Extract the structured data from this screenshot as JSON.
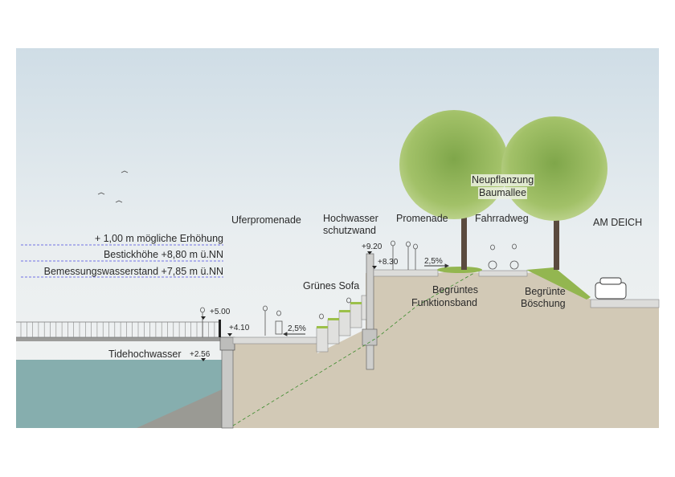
{
  "labels": {
    "uferpromenade": "Uferpromenade",
    "hochwasser_1": "Hochwasser",
    "hochwasser_2": "schutzwand",
    "promenade": "Promenade",
    "neupflanzung_1": "Neupflanzung",
    "neupflanzung_2": "Baumallee",
    "fahrradweg": "Fahrradweg",
    "am_deich": "AM DEICH",
    "gruenes_sofa": "Grünes Sofa",
    "funktionsband_1": "Begrüntes",
    "funktionsband_2": "Funktionsband",
    "boeschung_1": "Begrünte",
    "boeschung_2": "Böschung",
    "tidehochwasser": "Tidehochwasser"
  },
  "water_levels": [
    "+ 1,00 m mögliche Erhöhung",
    "Bestickhöhe +8,80 m ü.NN",
    "Bemessungswasserstand +7,85 m ü.NN"
  ],
  "elevations": {
    "wall_top": "+9.20",
    "upper_promenade": "+8.30",
    "pier_rail": "+5.00",
    "lower_promenade": "+4.10",
    "tide": "+2.56"
  },
  "slopes": {
    "upper": "2,5%",
    "lower": "2,5%"
  },
  "colors": {
    "water": "#86aeae",
    "ground": "#d2c9b6",
    "concrete": "#d8d8d6",
    "green": "#8fb24a",
    "dash": "#4a4adf"
  }
}
